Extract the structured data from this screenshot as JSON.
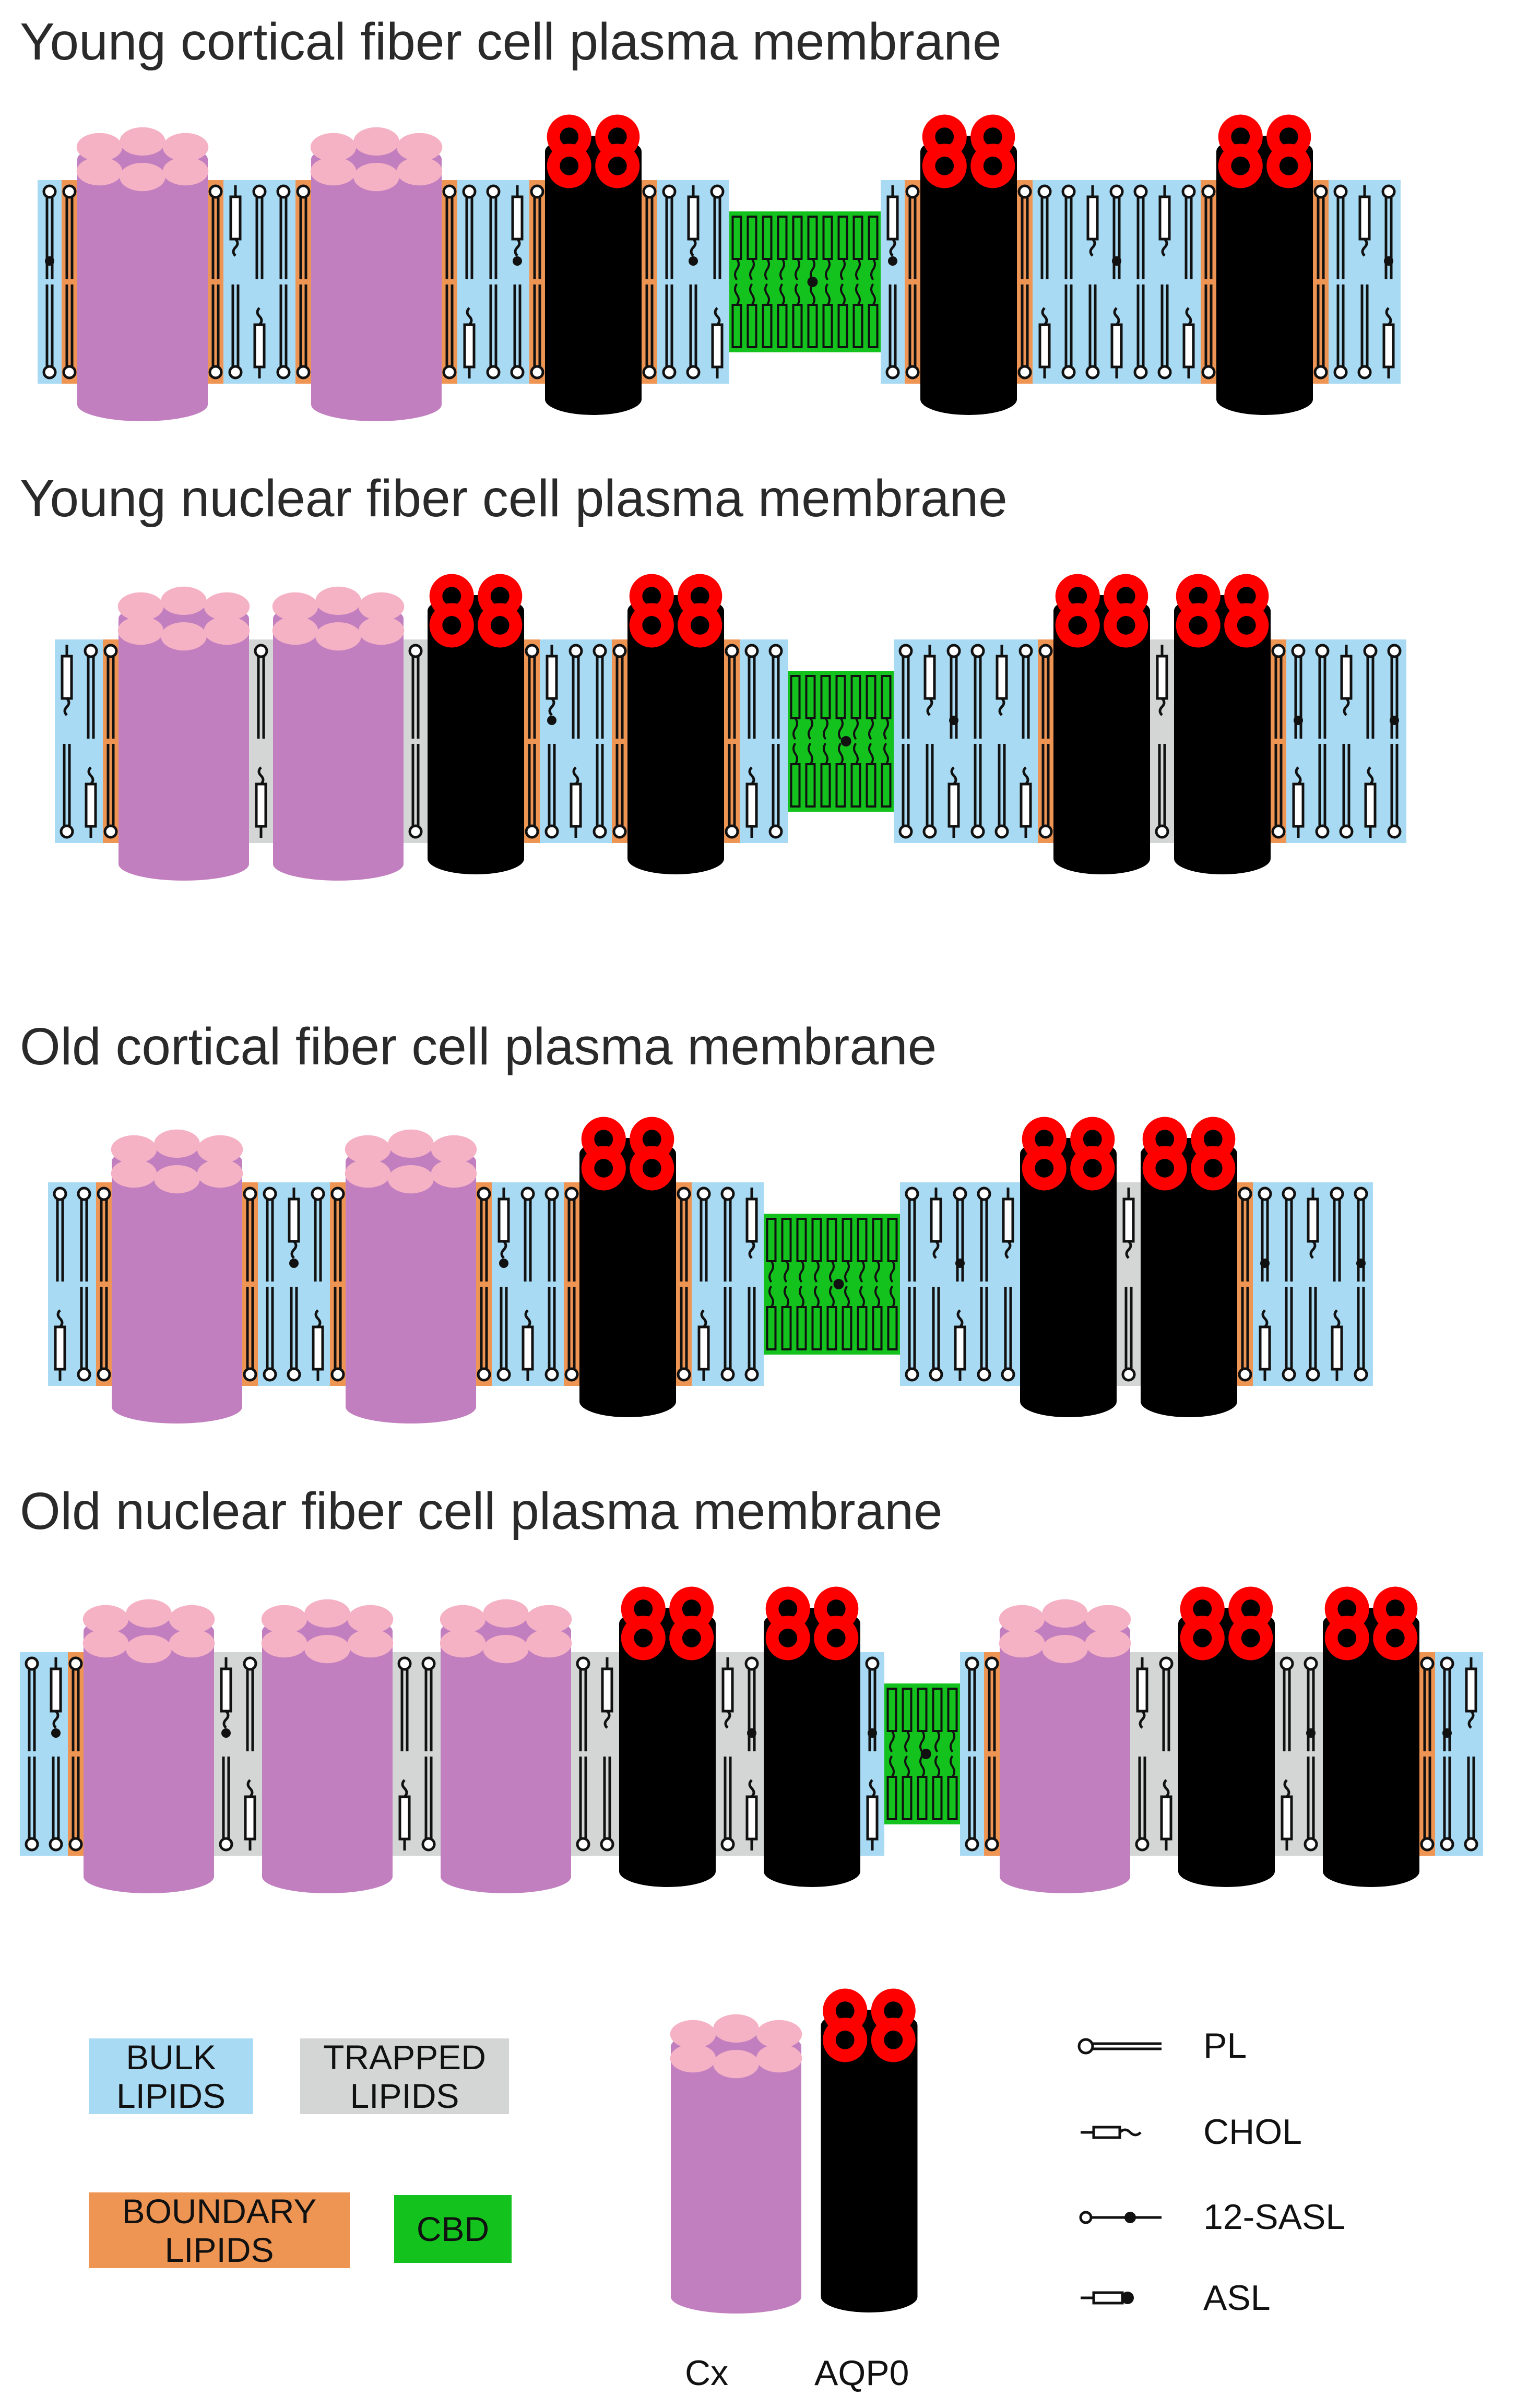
{
  "colors": {
    "bulk": "#a9daf3",
    "trapped": "#d4d6d6",
    "boundary": "#ef9554",
    "cbd": "#13c21d",
    "connexin_body": "#c27fc0",
    "connexin_top": "#f5b2c4",
    "aqp0_body": "#000000",
    "aqp0_top": "#ff0000",
    "lipid_line": "#111111"
  },
  "panels": [
    {
      "title": "Young cortical fiber cell plasma membrane",
      "components": [
        {
          "type": "lipid",
          "kind": "bulk",
          "count": 1
        },
        {
          "type": "boundary"
        },
        {
          "type": "connexin"
        },
        {
          "type": "boundary"
        },
        {
          "type": "lipid",
          "kind": "bulk",
          "count": 3
        },
        {
          "type": "boundary"
        },
        {
          "type": "connexin"
        },
        {
          "type": "boundary"
        },
        {
          "type": "lipid",
          "kind": "bulk",
          "count": 3
        },
        {
          "type": "boundary"
        },
        {
          "type": "aqp0"
        },
        {
          "type": "boundary"
        },
        {
          "type": "lipid",
          "kind": "bulk",
          "count": 3
        },
        {
          "type": "cbd",
          "count": 10
        },
        {
          "type": "lipid",
          "kind": "bulk",
          "count": 1
        },
        {
          "type": "boundary"
        },
        {
          "type": "aqp0"
        },
        {
          "type": "boundary"
        },
        {
          "type": "lipid",
          "kind": "bulk",
          "count": 7
        },
        {
          "type": "boundary"
        },
        {
          "type": "aqp0"
        },
        {
          "type": "boundary"
        },
        {
          "type": "lipid",
          "kind": "bulk",
          "count": 3
        }
      ]
    },
    {
      "title": "Young nuclear fiber cell plasma membrane",
      "components": [
        {
          "type": "lipid",
          "kind": "bulk",
          "count": 2
        },
        {
          "type": "boundary"
        },
        {
          "type": "connexin"
        },
        {
          "type": "lipid",
          "kind": "trapped",
          "count": 1
        },
        {
          "type": "connexin"
        },
        {
          "type": "lipid",
          "kind": "trapped",
          "count": 1
        },
        {
          "type": "aqp0"
        },
        {
          "type": "boundary"
        },
        {
          "type": "lipid",
          "kind": "bulk",
          "count": 3
        },
        {
          "type": "boundary"
        },
        {
          "type": "aqp0"
        },
        {
          "type": "boundary"
        },
        {
          "type": "lipid",
          "kind": "bulk",
          "count": 2
        },
        {
          "type": "cbd",
          "count": 7
        },
        {
          "type": "lipid",
          "kind": "bulk",
          "count": 6
        },
        {
          "type": "boundary"
        },
        {
          "type": "aqp0"
        },
        {
          "type": "lipid",
          "kind": "trapped",
          "count": 1
        },
        {
          "type": "aqp0"
        },
        {
          "type": "boundary"
        },
        {
          "type": "lipid",
          "kind": "bulk",
          "count": 5
        }
      ]
    },
    {
      "title": "Old cortical fiber cell plasma membrane",
      "components": [
        {
          "type": "lipid",
          "kind": "bulk",
          "count": 2
        },
        {
          "type": "boundary"
        },
        {
          "type": "connexin"
        },
        {
          "type": "boundary"
        },
        {
          "type": "lipid",
          "kind": "bulk",
          "count": 3
        },
        {
          "type": "boundary"
        },
        {
          "type": "connexin"
        },
        {
          "type": "boundary"
        },
        {
          "type": "lipid",
          "kind": "bulk",
          "count": 3
        },
        {
          "type": "boundary"
        },
        {
          "type": "aqp0"
        },
        {
          "type": "boundary"
        },
        {
          "type": "lipid",
          "kind": "bulk",
          "count": 3
        },
        {
          "type": "cbd",
          "count": 9
        },
        {
          "type": "lipid",
          "kind": "bulk",
          "count": 5
        },
        {
          "type": "aqp0"
        },
        {
          "type": "lipid",
          "kind": "trapped",
          "count": 1
        },
        {
          "type": "aqp0"
        },
        {
          "type": "boundary"
        },
        {
          "type": "lipid",
          "kind": "bulk",
          "count": 5
        }
      ]
    },
    {
      "title": "Old nuclear fiber cell plasma membrane",
      "components": [
        {
          "type": "lipid",
          "kind": "bulk",
          "count": 2
        },
        {
          "type": "boundary"
        },
        {
          "type": "connexin"
        },
        {
          "type": "lipid",
          "kind": "trapped",
          "count": 2
        },
        {
          "type": "connexin"
        },
        {
          "type": "lipid",
          "kind": "trapped",
          "count": 2
        },
        {
          "type": "connexin"
        },
        {
          "type": "lipid",
          "kind": "trapped",
          "count": 2
        },
        {
          "type": "aqp0"
        },
        {
          "type": "lipid",
          "kind": "trapped",
          "count": 2
        },
        {
          "type": "aqp0"
        },
        {
          "type": "lipid",
          "kind": "bulk",
          "count": 1
        },
        {
          "type": "cbd",
          "count": 5
        },
        {
          "type": "lipid",
          "kind": "bulk",
          "count": 1
        },
        {
          "type": "boundary"
        },
        {
          "type": "connexin"
        },
        {
          "type": "lipid",
          "kind": "trapped",
          "count": 2
        },
        {
          "type": "aqp0"
        },
        {
          "type": "lipid",
          "kind": "trapped",
          "count": 2
        },
        {
          "type": "aqp0"
        },
        {
          "type": "boundary"
        },
        {
          "type": "lipid",
          "kind": "bulk",
          "count": 2
        }
      ]
    }
  ],
  "legend": {
    "bulk_lipids": "BULK\nLIPIDS",
    "trapped_lipids": "TRAPPED\nLIPIDS",
    "boundary_lipids": "BOUNDARY\nLIPIDS",
    "cbd": "CBD",
    "cx": "Cx",
    "aqp0": "AQP0",
    "pl": "PL",
    "chol": "CHOL",
    "sasl": "12-SASL",
    "asl": "ASL"
  }
}
